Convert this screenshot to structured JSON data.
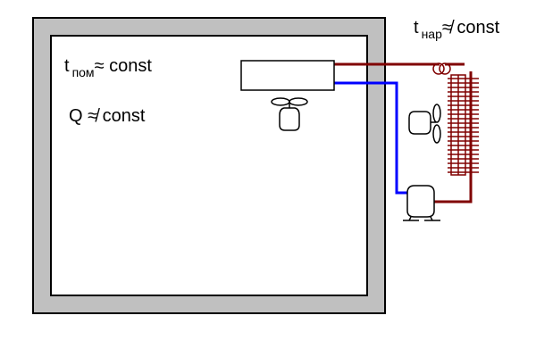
{
  "labels": {
    "t_room": {
      "main": "t",
      "sub": "пом",
      "rest": "≈ const"
    },
    "q_heat": {
      "text": "Q ≉ const"
    },
    "t_outdoor": {
      "main": "t",
      "sub": "нар",
      "rest": "≉ const"
    }
  },
  "colors": {
    "wall": "#c0c0c0",
    "outline": "#000000",
    "hot_line": "#800000",
    "cold_line": "#0000ff",
    "background": "#ffffff"
  },
  "icons": [
    "indoor-unit-icon",
    "indoor-fan-icon",
    "condenser-coil-icon",
    "outdoor-fan-icon",
    "compressor-icon",
    "expansion-coil-icon"
  ]
}
